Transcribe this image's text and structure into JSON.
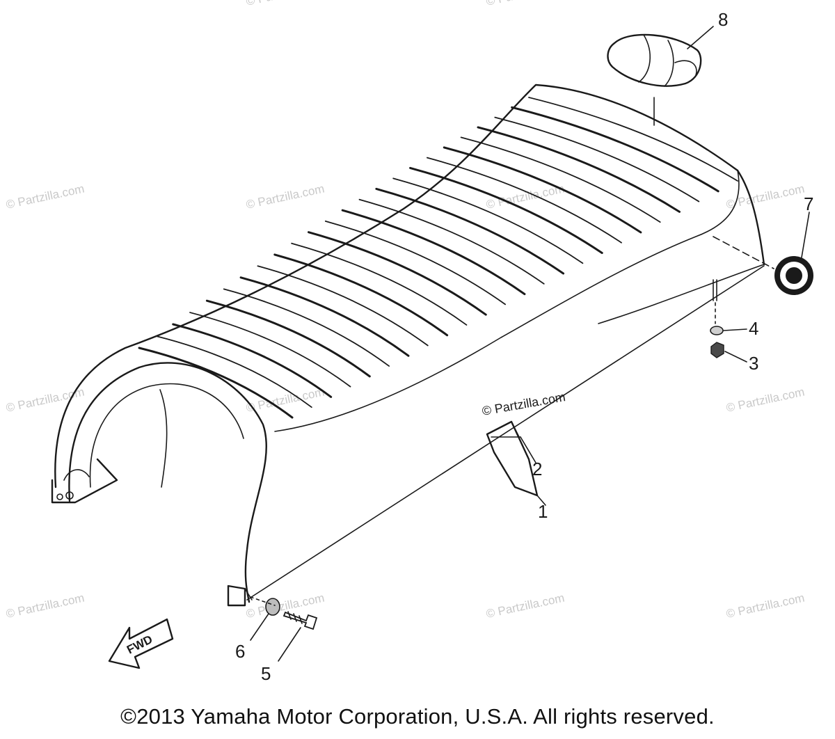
{
  "watermark": "© Partzilla.com",
  "copyright": "©2013 Yamaha Motor Corporation, U.S.A. All rights reserved.",
  "fwd_label": "FWD",
  "callouts": [
    "1",
    "2",
    "3",
    "4",
    "5",
    "6",
    "7",
    "8"
  ],
  "ink_color": "#1a1a1a",
  "watermark_color": "#c9c9c9"
}
